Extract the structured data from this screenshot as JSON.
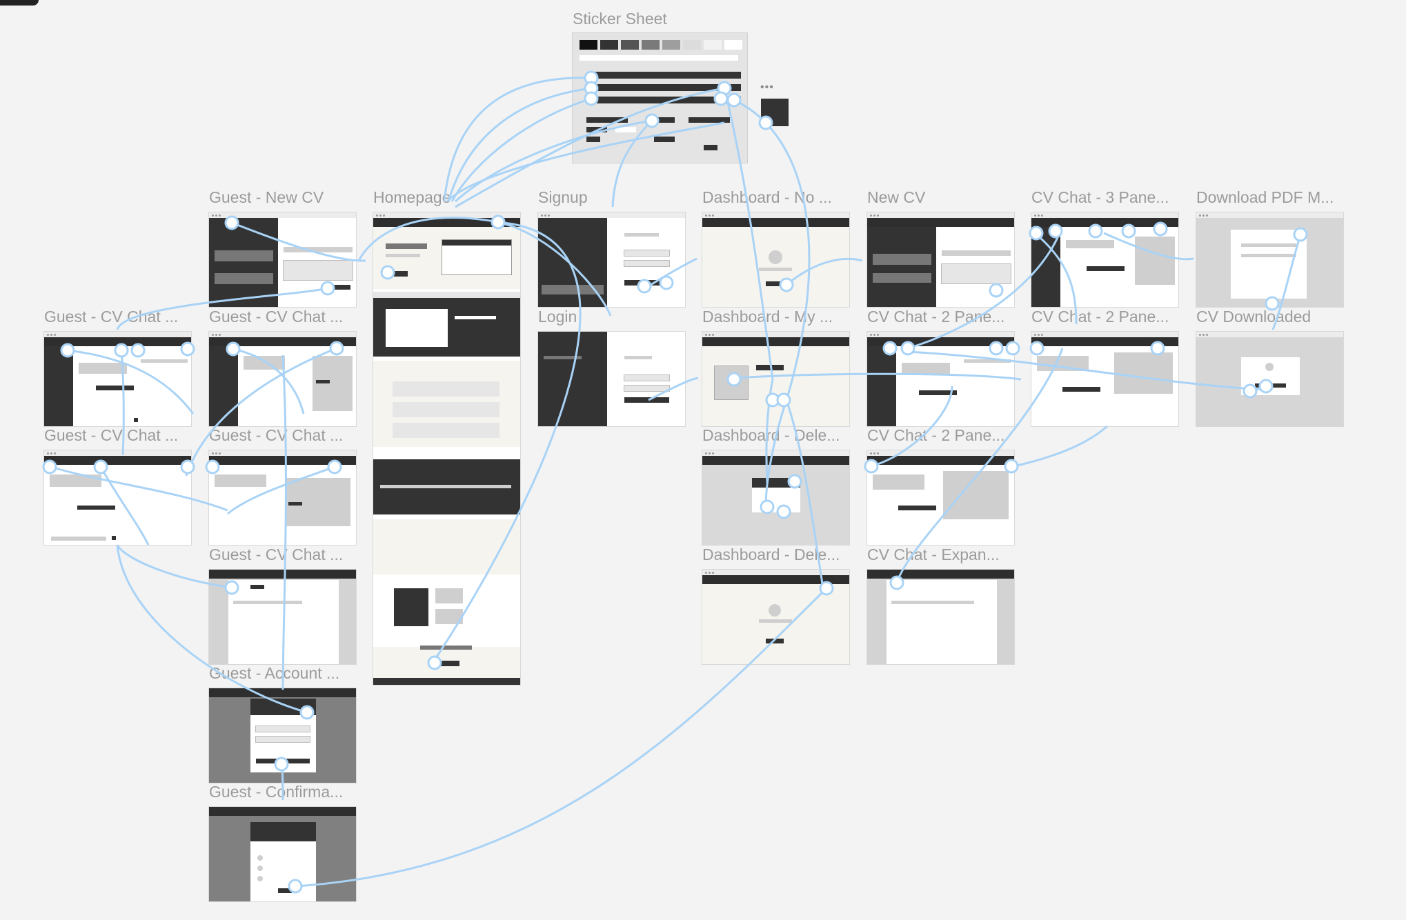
{
  "canvas": {
    "background": "#f3f3f3",
    "connector_color": "#a9d3f6"
  },
  "sticker_sheet": {
    "title": "Sticker Sheet",
    "swatches": [
      "#111111",
      "#333333",
      "#555555",
      "#7a7a7a",
      "#9e9e9e",
      "#dcdcdc",
      "#f2f2f2",
      "#ffffff"
    ]
  },
  "frames": {
    "guest_new_cv": "Guest - New CV",
    "homepage": "Homepage",
    "signup": "Signup",
    "dashboard_no": "Dashboard - No ...",
    "new_cv": "New CV",
    "cv_chat_3_pane": "CV Chat - 3 Pane...",
    "download_pdf": "Download PDF M...",
    "guest_cv_chat_1": "Guest - CV Chat ...",
    "guest_cv_chat_2": "Guest - CV Chat ...",
    "login": "Login",
    "dashboard_my": "Dashboard - My ...",
    "cv_chat_2_pane_1": "CV Chat - 2 Pane...",
    "cv_chat_2_pane_2": "CV Chat - 2 Pane...",
    "cv_downloaded": "CV Downloaded",
    "guest_cv_chat_3": "Guest - CV Chat ...",
    "guest_cv_chat_4": "Guest - CV Chat ...",
    "dashboard_dele_1": "Dashboard - Dele...",
    "cv_chat_2_pane_3": "CV Chat - 2 Pane...",
    "guest_cv_chat_5": "Guest - CV Chat ...",
    "dashboard_dele_2": "Dashboard - Dele...",
    "cv_chat_expan": "CV Chat - Expan...",
    "guest_account": "Guest - Account ...",
    "guest_confirma": "Guest - Confirma..."
  }
}
